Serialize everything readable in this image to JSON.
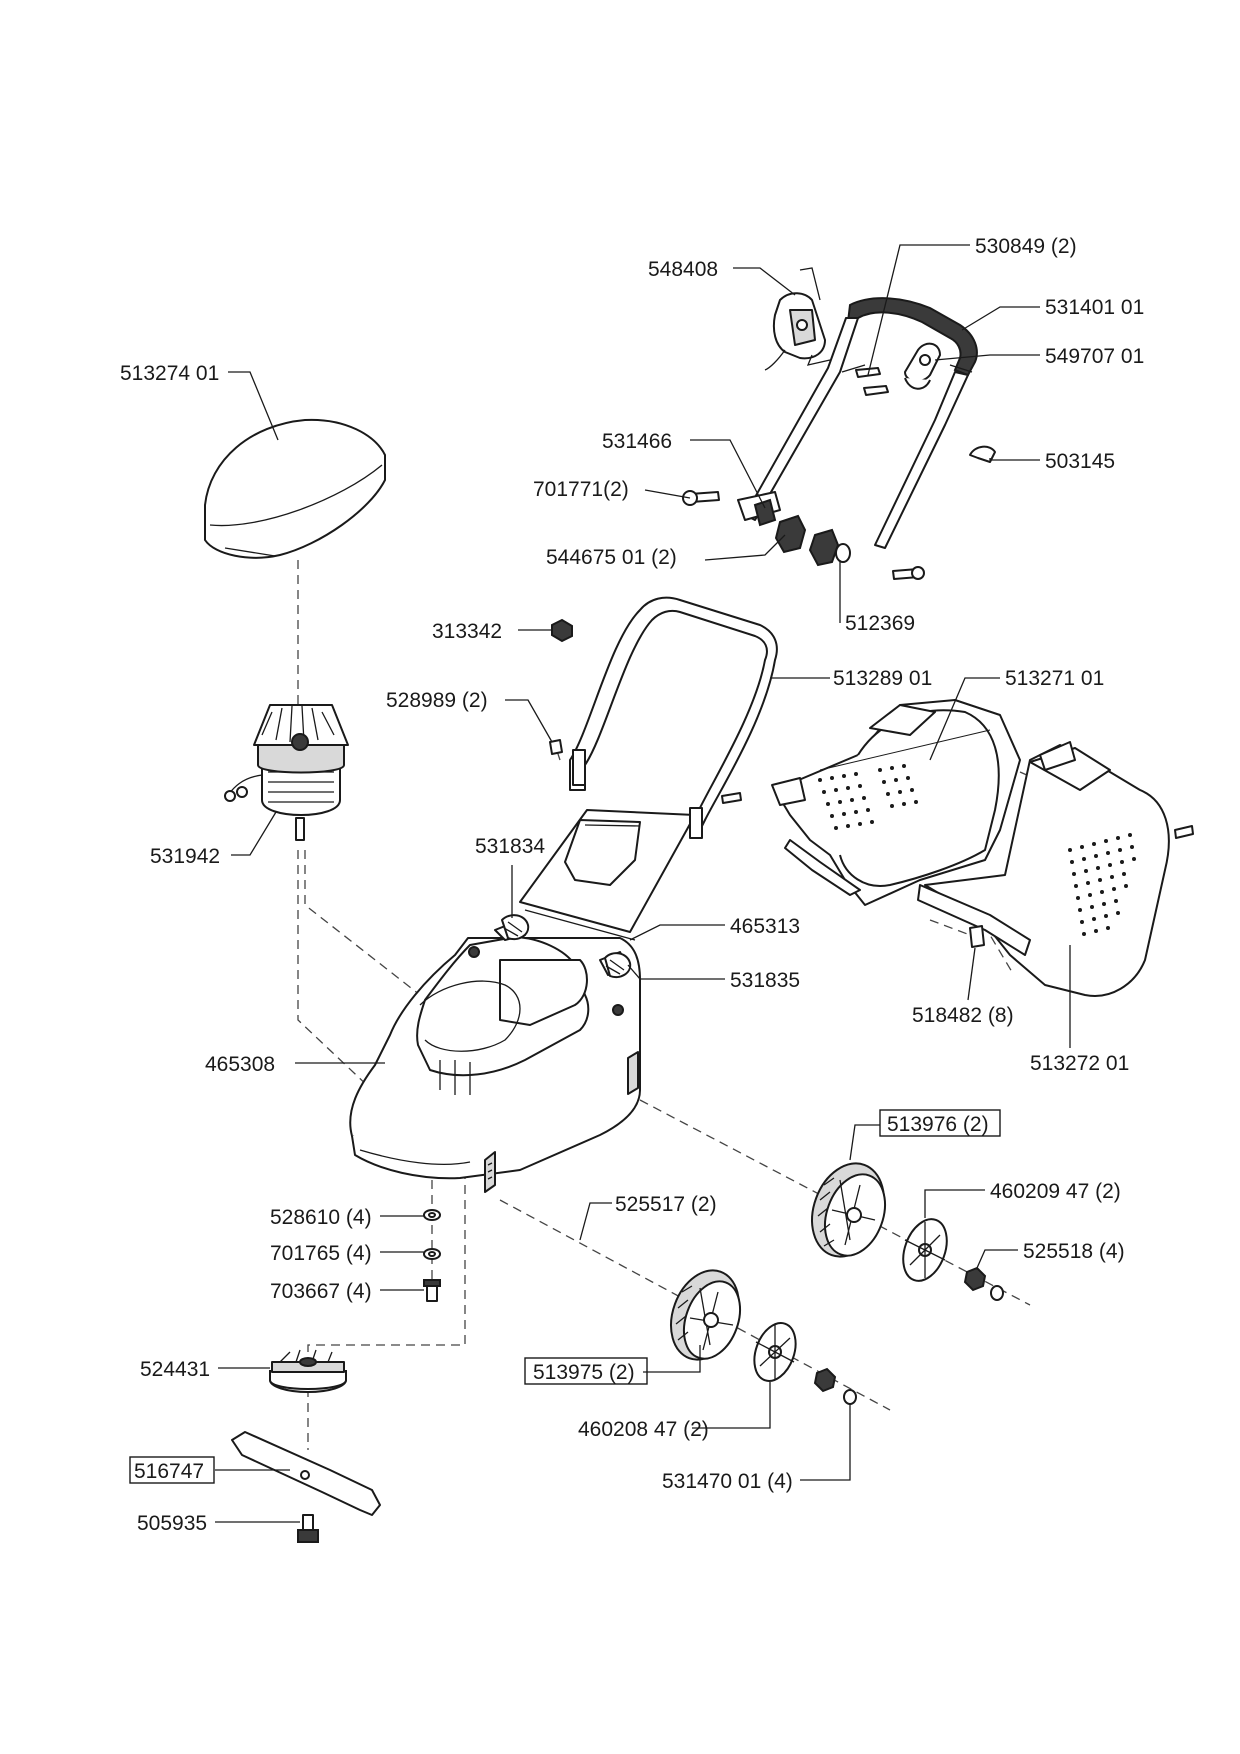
{
  "parts": {
    "p513274": "513274 01",
    "p548408": "548408",
    "p530849": "530849 (2)",
    "p531401": "531401 01",
    "p549707": "549707 01",
    "p503145": "503145",
    "p531466": "531466",
    "p701771": "701771(2)",
    "p544675": "544675 01 (2)",
    "p512369": "512369",
    "p313342": "313342",
    "p528989": "528989 (2)",
    "p513289": "513289 01",
    "p513271": "513271 01",
    "p531942": "531942",
    "p531834": "531834",
    "p465313": "465313",
    "p531835": "531835",
    "p518482": "518482 (8)",
    "p513272": "513272 01",
    "p465308": "465308",
    "p513976": "513976 (2)",
    "p460209": "460209 47 (2)",
    "p525518": "525518 (4)",
    "p525517": "525517 (2)",
    "p528610": "528610 (4)",
    "p701765": "701765 (4)",
    "p703667": "703667 (4)",
    "p524431": "524431",
    "p513975": "513975 (2)",
    "p460208": "460208 47 (2)",
    "p516747": "516747",
    "p531470": "531470 01 (4)",
    "p505935": "505935"
  }
}
